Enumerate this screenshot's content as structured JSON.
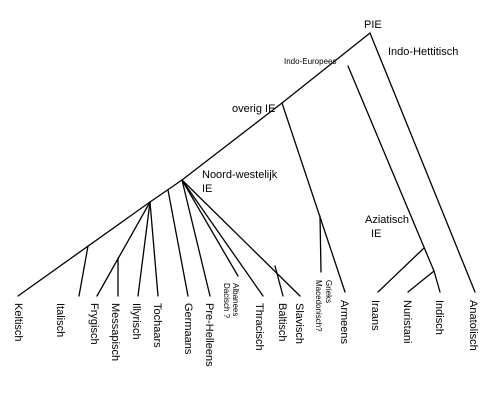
{
  "labels": {
    "pie": "PIE",
    "indo_europees": "Indo-Europees",
    "indo_hettitisch": "Indo-Hettitisch",
    "overig_ie": "overig IE",
    "noord_westelijk_ie_line1": "Noord-westelijk",
    "noord_westelijk_ie_line2": "IE",
    "aziatisch_ie_line1": "Aziatisch",
    "aziatisch_ie_line2": "IE"
  },
  "languages": {
    "keltisch": "Keltisch",
    "italisch": "Italisch",
    "frygisch": "Frygisch",
    "messapisch": "Messapisch",
    "illyrisch": "Illyrisch",
    "tochaars": "Tochaars",
    "germaans": "Germaans",
    "pre_helleens": "Pre-Helleens",
    "albanees_dacisch_line1": "Albanees",
    "albanees_dacisch_line2": "Dacisch ?",
    "thracisch": "Thracisch",
    "baltisch": "Baltisch",
    "slavisch": "Slavisch",
    "grieks_macedonisch_line1": "Grieks",
    "grieks_macedonisch_line2": "Macedonisch?",
    "armeens": "Armeens",
    "iraans": "Iraans",
    "nuristani": "Nuristani",
    "indisch": "Indisch",
    "anatolisch": "Anatolisch"
  }
}
